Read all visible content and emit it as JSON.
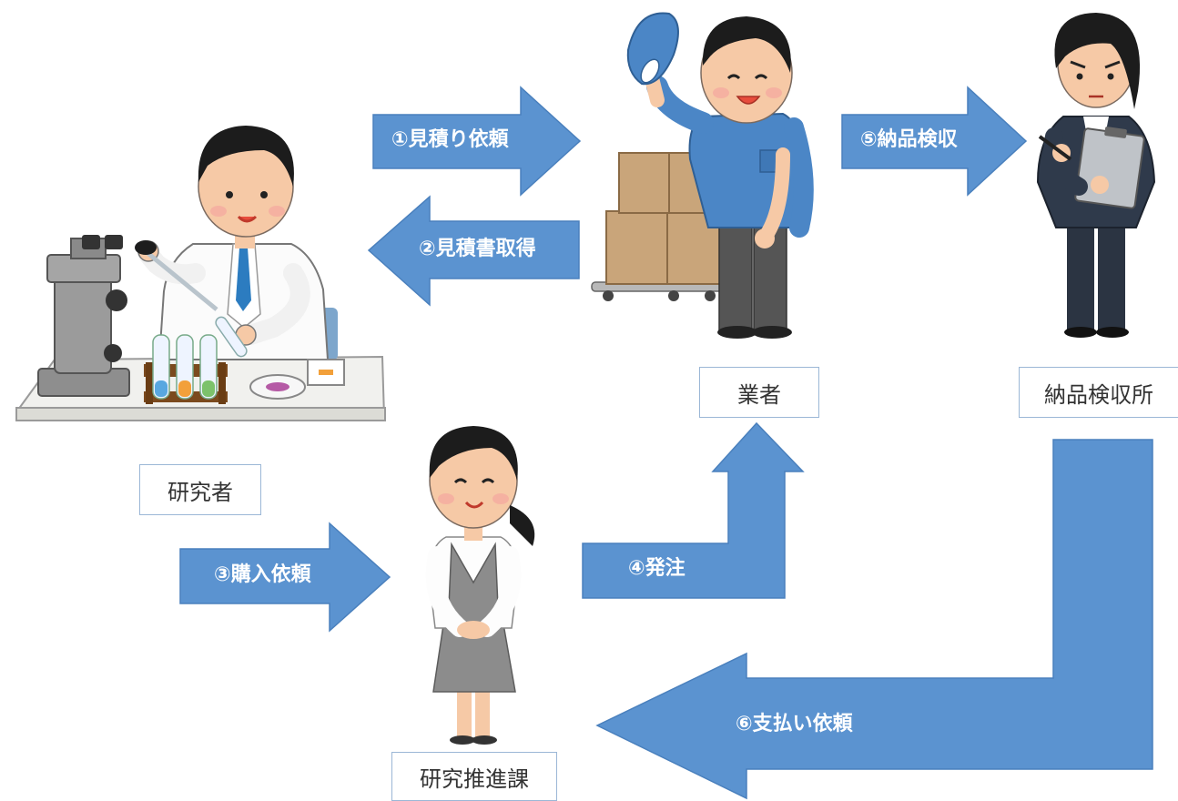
{
  "colors": {
    "arrow": "#5b93d0",
    "arrow_border": "#4a80bd",
    "label_text": "#ffffff",
    "box_border": "#9bb7d6"
  },
  "actors": {
    "researcher": "研究者",
    "vendor": "業者",
    "inspection": "納品検収所",
    "promotion": "研究推進課"
  },
  "steps": {
    "s1": "①見積り依頼",
    "s2": "②見積書取得",
    "s3": "③購入依頼",
    "s4": "④発注",
    "s5": "⑤納品検収",
    "s6": "⑥支払い依頼"
  },
  "illustrations": {
    "researcher": "scientist-at-lab-bench-icon",
    "vendor": "delivery-worker-with-boxes-icon",
    "inspection": "inspector-with-clipboard-icon",
    "promotion": "office-staff-woman-icon"
  }
}
